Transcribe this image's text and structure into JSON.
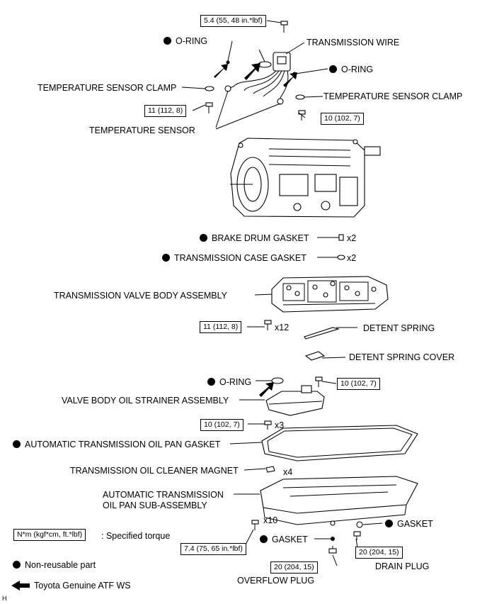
{
  "labels": {
    "torque_top": "5.4 (55, 48 in.*lbf)",
    "oring_1": "O-RING",
    "transmission_wire": "TRANSMISSION WIRE",
    "oring_2": "O-RING",
    "temp_sensor_clamp_left": "TEMPERATURE SENSOR CLAMP",
    "temp_sensor_clamp_right": "TEMPERATURE SENSOR CLAMP",
    "torque_11_a": "11 (112, 8)",
    "torque_10_a": "10 (102, 7)",
    "temperature_sensor": "TEMPERATURE SENSOR",
    "brake_drum_gasket": "BRAKE DRUM GASKET",
    "brake_drum_qty": "x2",
    "trans_case_gasket": "TRANSMISSION CASE GASKET",
    "trans_case_qty": "x2",
    "valve_body": "TRANSMISSION VALVE BODY ASSEMBLY",
    "torque_11_b": "11 (112, 8)",
    "valve_body_qty": "x12",
    "detent_spring": "DETENT SPRING",
    "detent_spring_cover": "DETENT SPRING COVER",
    "oring_3": "O-RING",
    "torque_10_b": "10 (102, 7)",
    "strainer": "VALVE BODY OIL STRAINER ASSEMBLY",
    "torque_10_c": "10 (102, 7)",
    "strainer_qty": "x3",
    "pan_gasket": "AUTOMATIC TRANSMISSION OIL PAN GASKET",
    "magnet": "TRANSMISSION OIL CLEANER MAGNET",
    "magnet_qty": "x4",
    "oil_pan_line1": "AUTOMATIC TRANSMISSION",
    "oil_pan_line2": "OIL PAN SUB-ASSEMBLY",
    "oil_pan_qty": "x10",
    "gasket_1": "GASKET",
    "gasket_2": "GASKET",
    "torque_74": "7.4 (75, 65 in.*lbf)",
    "torque_20_a": "20 (204, 15)",
    "torque_20_b": "20 (204, 15)",
    "drain_plug": "DRAIN PLUG",
    "overflow_plug": "OVERFLOW PLUG",
    "footer_code": "H"
  },
  "legend": {
    "torque_box": "N*m (kgf*cm, ft.*lbf)",
    "torque_text": ": Specified torque",
    "non_reusable": "Non-reusable part",
    "atf": "Toyota Genuine ATF WS"
  }
}
